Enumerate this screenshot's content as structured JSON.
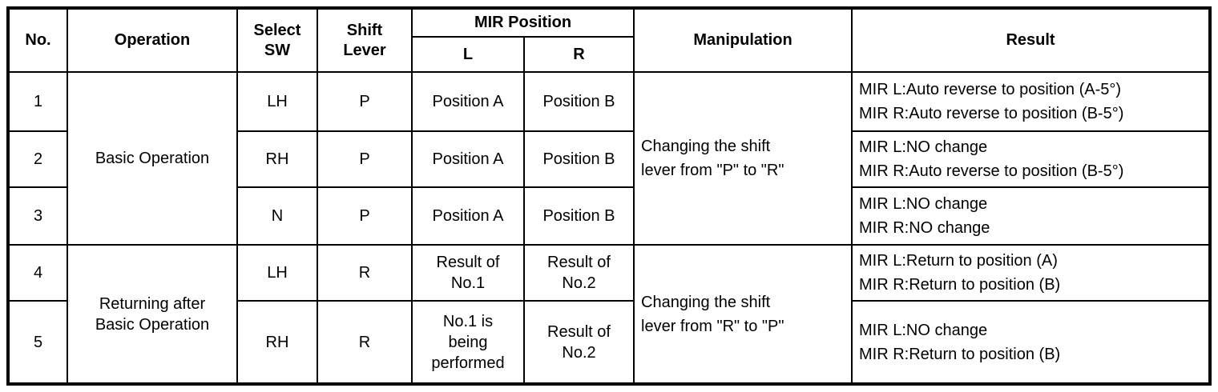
{
  "header": {
    "no": "No.",
    "operation": "Operation",
    "select_sw": "Select\nSW",
    "shift_lever": "Shift\nLever",
    "mir_position": "MIR Position",
    "mir_l": "L",
    "mir_r": "R",
    "manipulation": "Manipulation",
    "result": "Result"
  },
  "groups": [
    {
      "operation": "Basic Operation",
      "manipulation": "Changing the shift\nlever from \"P\" to \"R\""
    },
    {
      "operation": "Returning after\nBasic Operation",
      "manipulation": "Changing the shift\nlever from \"R\" to \"P\""
    }
  ],
  "rows": [
    {
      "no": "1",
      "select_sw": "LH",
      "shift_lever": "P",
      "mir_l": "Position A",
      "mir_r": "Position B",
      "result": "MIR L:Auto reverse to position (A-5°)\nMIR R:Auto reverse to position (B-5°)"
    },
    {
      "no": "2",
      "select_sw": "RH",
      "shift_lever": "P",
      "mir_l": "Position A",
      "mir_r": "Position B",
      "result": "MIR L:NO change\nMIR R:Auto reverse to position (B-5°)"
    },
    {
      "no": "3",
      "select_sw": "N",
      "shift_lever": "P",
      "mir_l": "Position A",
      "mir_r": "Position B",
      "result": "MIR L:NO change\nMIR R:NO change"
    },
    {
      "no": "4",
      "select_sw": "LH",
      "shift_lever": "R",
      "mir_l": "Result of\nNo.1",
      "mir_r": "Result of\nNo.2",
      "result": "MIR L:Return to position (A)\nMIR R:Return to position (B)"
    },
    {
      "no": "5",
      "select_sw": "RH",
      "shift_lever": "R",
      "mir_l": "No.1 is\nbeing\nperformed",
      "mir_r": "Result of\nNo.2",
      "result": "MIR L:NO change\nMIR R:Return to position (B)"
    }
  ],
  "colors": {
    "border": "#000000",
    "background": "#ffffff",
    "text": "#000000"
  }
}
